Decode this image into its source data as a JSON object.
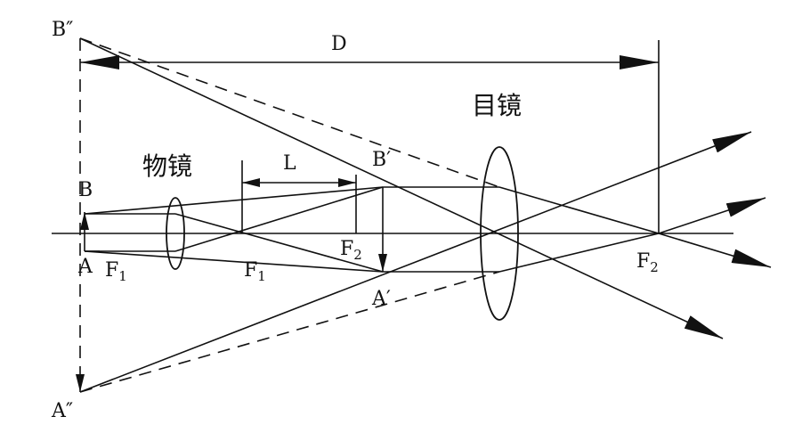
{
  "labels": {
    "b_double_prime": "B″",
    "a_double_prime": "A″",
    "b_prime": "B′",
    "a_prime": "A′",
    "b": "B",
    "a": "A",
    "f1_left_letter": "F",
    "f1_left_sub": "1",
    "f1_mid_letter": "F",
    "f1_mid_sub": "1",
    "f2_mid_letter": "F",
    "f2_mid_sub": "2",
    "f2_right_letter": "F",
    "f2_right_sub": "2",
    "distance_d": "D",
    "distance_l": "L",
    "objective": "物镜",
    "eyepiece": "目镜"
  }
}
